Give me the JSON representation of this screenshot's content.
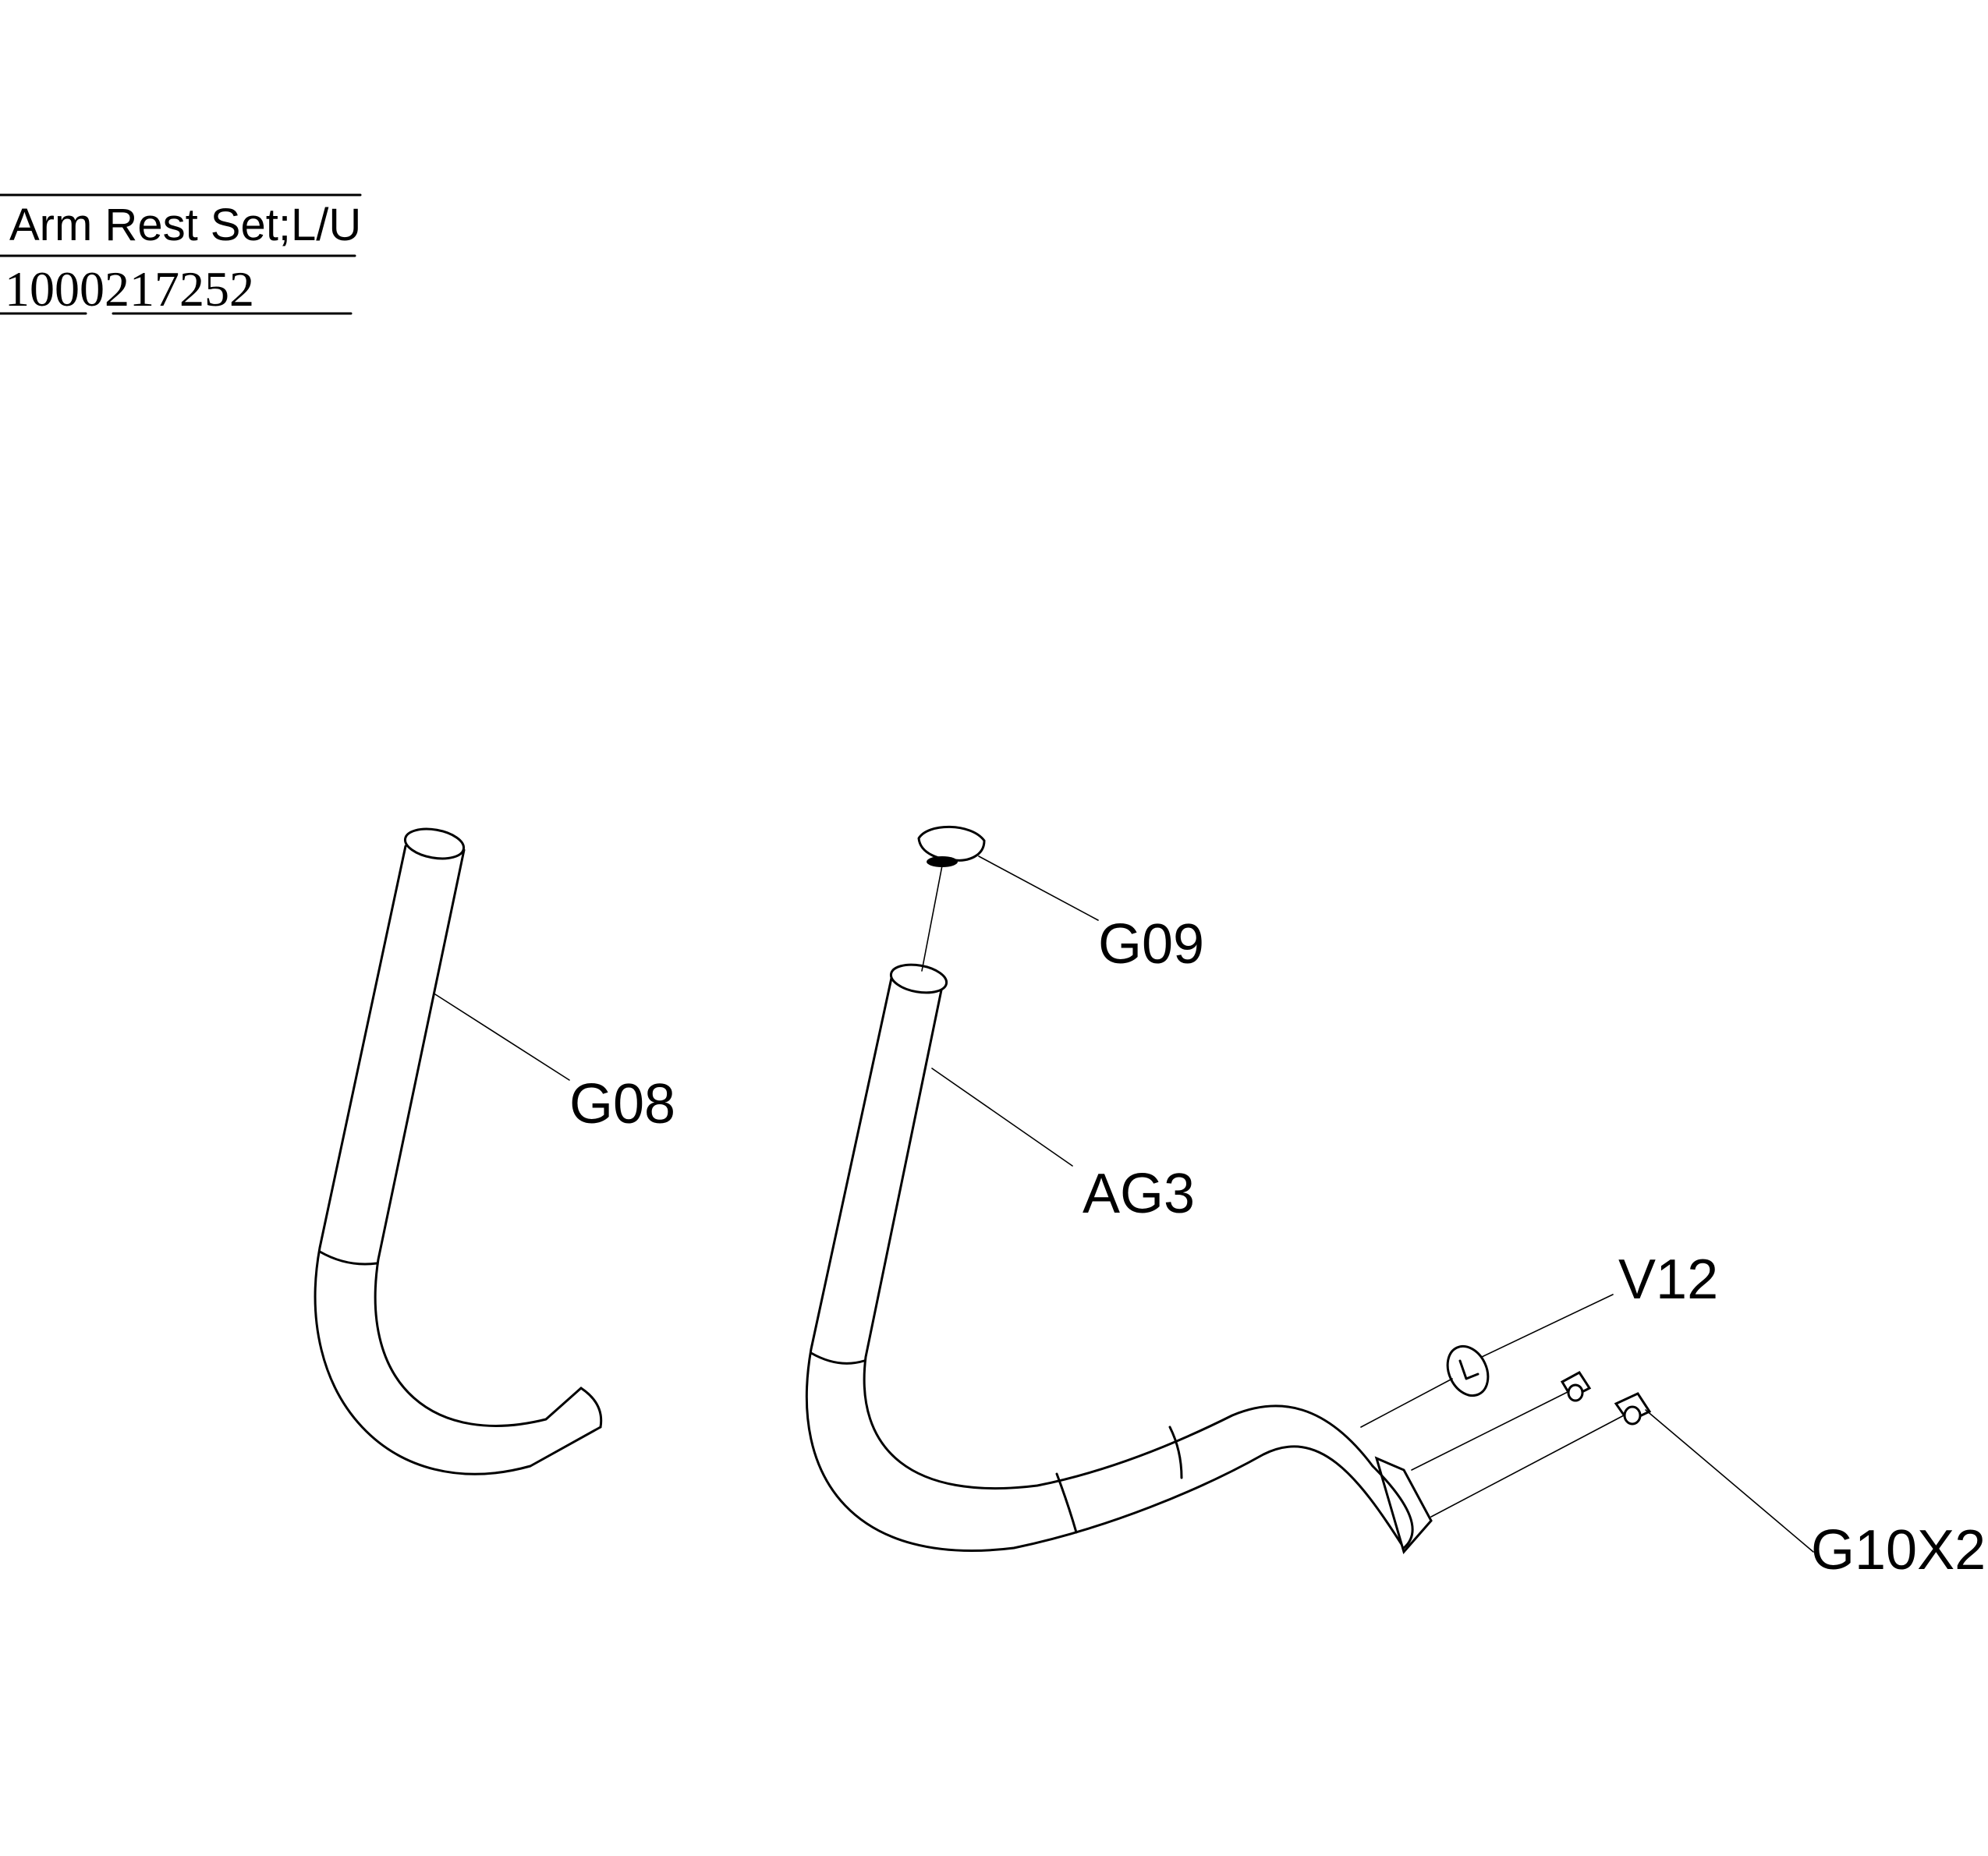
{
  "title_block": {
    "name": "Arm Rest Set;L/U",
    "part_number": "1000217252"
  },
  "callouts": {
    "g09": "G09",
    "g08": "G08",
    "ag3": "AG3",
    "v12": "V12",
    "g10x2": "G10X2"
  }
}
